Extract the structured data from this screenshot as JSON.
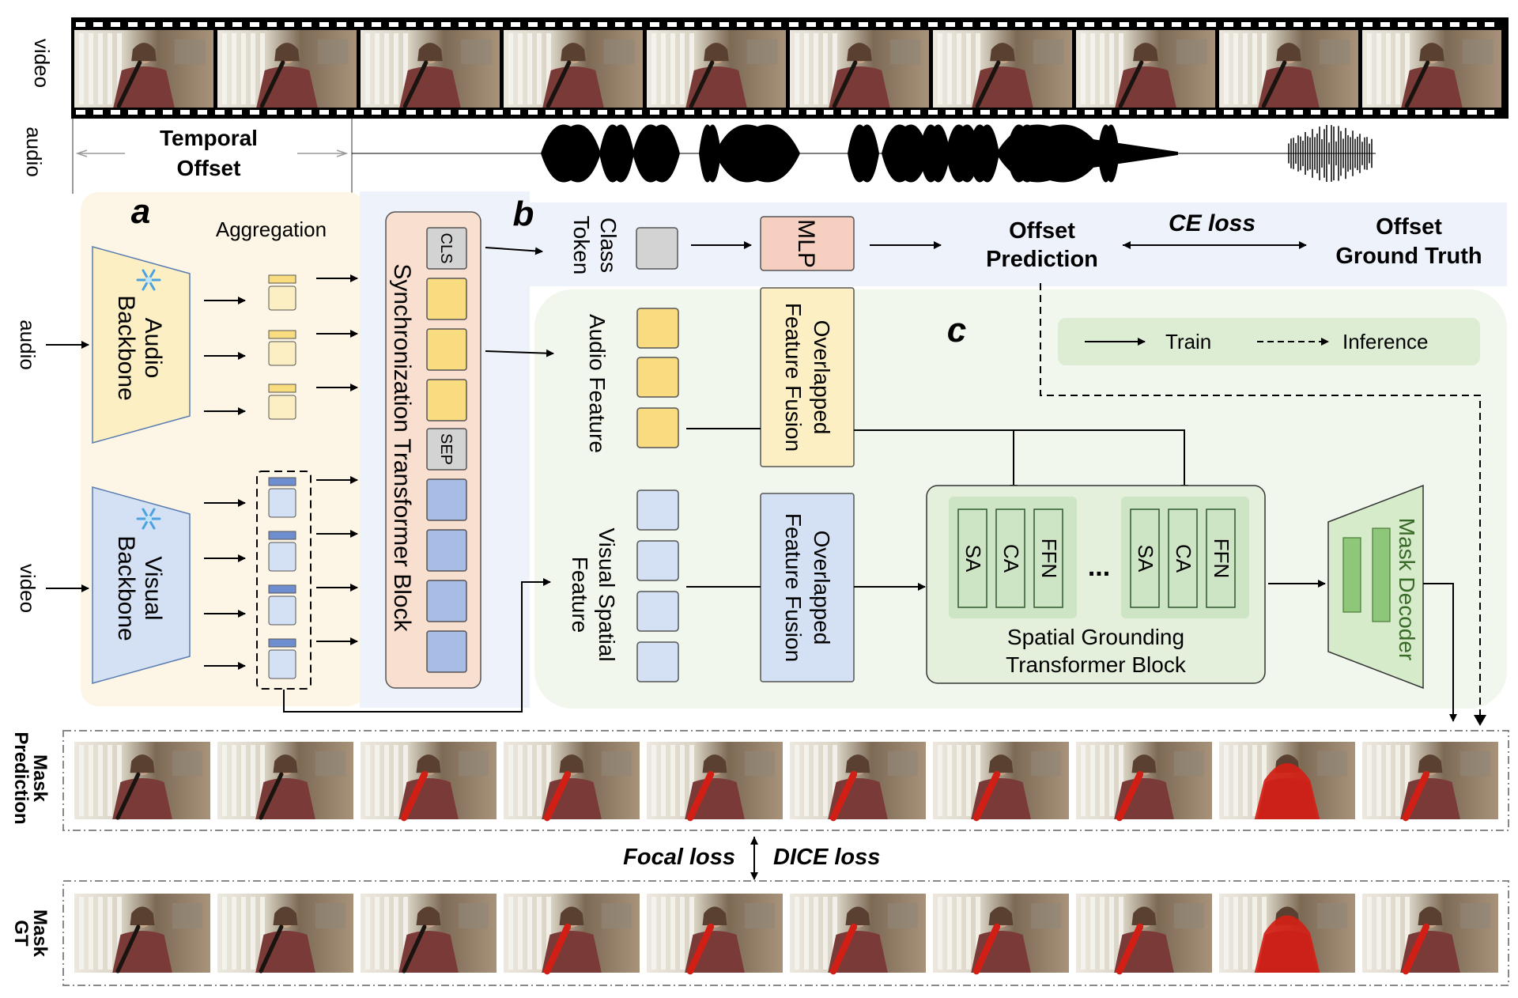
{
  "strip_labels": {
    "video": "video",
    "audio": "audio",
    "mask_prediction_line1": "Mask",
    "mask_prediction_line2": "Prediction",
    "mask_gt_line1": "Mask",
    "mask_gt_line2": "GT"
  },
  "temporal_offset": {
    "line1": "Temporal",
    "line2": "Offset"
  },
  "panel_a": {
    "letter": "a",
    "aggregation": "Aggregation",
    "audio_input": "audio",
    "video_input": "video",
    "audio_backbone_line1": "Audio",
    "audio_backbone_line2": "Backbone",
    "visual_backbone_line1": "Visual",
    "visual_backbone_line2": "Backbone",
    "sync_block": "Synchronization Transformer Block",
    "cls_token": "CLS",
    "sep_token": "SEP",
    "frozen_icon": "snowflake-icon"
  },
  "panel_b": {
    "letter": "b",
    "class_token_line1": "Class",
    "class_token_line2": "Token",
    "mlp": "MLP",
    "offset_prediction_line1": "Offset",
    "offset_prediction_line2": "Prediction",
    "ce_loss": "CE loss",
    "offset_gt_line1": "Offset",
    "offset_gt_line2": "Ground Truth"
  },
  "panel_c": {
    "letter": "c",
    "audio_feature": "Audio Feature",
    "visual_feature_line1": "Visual Spatial",
    "visual_feature_line2": "Feature",
    "fusion_line1": "Overlapped",
    "fusion_line2": "Feature Fusion",
    "sa": "SA",
    "ca": "CA",
    "ffn": "FFN",
    "ellipsis": "...",
    "sg_block_line1": "Spatial Grounding",
    "sg_block_line2": "Transformer Block",
    "mask_decoder": "Mask Decoder"
  },
  "legend": {
    "train": "Train",
    "inference": "Inference"
  },
  "losses": {
    "focal": "Focal loss",
    "dice": "DICE loss"
  },
  "colors": {
    "panel_a_bg": "#fdf6e6",
    "panel_b_bg": "#eef2fa",
    "panel_c_bg": "#f2f7ee",
    "audio_token": "#f9db80",
    "visual_token": "#a8bde6",
    "sync_block": "#f9dfd0",
    "mlp": "#f6cfc0",
    "sg_block": "#e4f0dc",
    "sub_block": "#cde5c4",
    "mask_red": "#d21f16"
  },
  "mask_prediction": {
    "frame_count": 10,
    "red_highlight_frames": [
      2,
      3,
      4,
      5,
      6,
      7,
      8,
      9
    ]
  },
  "mask_gt": {
    "frame_count": 10,
    "red_highlight_frames": [
      3,
      4,
      5,
      6,
      7,
      8,
      9
    ]
  }
}
